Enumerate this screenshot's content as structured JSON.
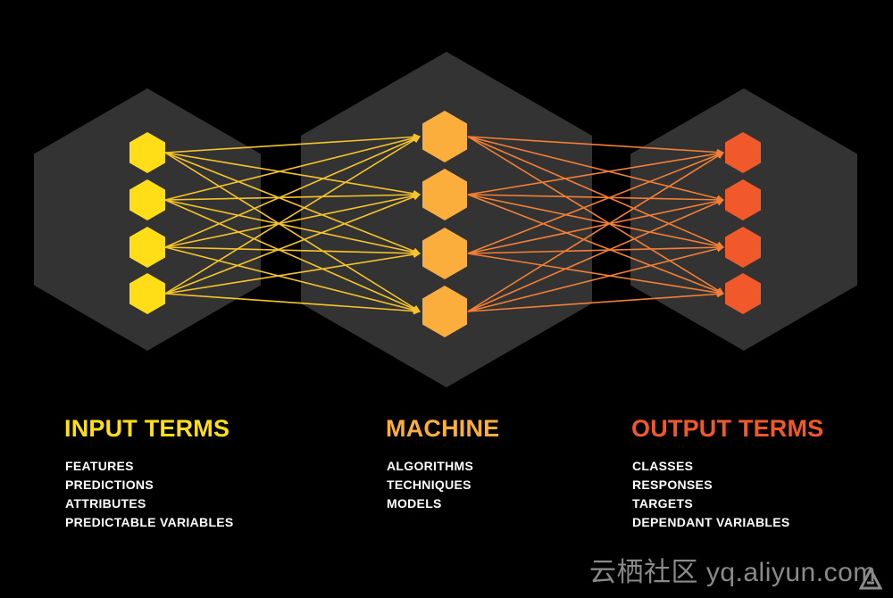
{
  "colors": {
    "background": "#000000",
    "hexagon_bg": "#333333",
    "input": "#ffde17",
    "machine": "#fbae3c",
    "output": "#f1592a",
    "edge_input": "#f7c52a",
    "edge_output": "#f47f35"
  },
  "network": {
    "input_nodes": 4,
    "machine_nodes": 4,
    "output_nodes": 4
  },
  "columns": {
    "input": {
      "heading": "INPUT TERMS",
      "terms": [
        "FEATURES",
        "PREDICTIONS",
        "ATTRIBUTES",
        "PREDICTABLE VARIABLES"
      ]
    },
    "machine": {
      "heading": "MACHINE",
      "terms": [
        "ALGORITHMS",
        "TECHNIQUES",
        "MODELS"
      ]
    },
    "output": {
      "heading": "OUTPUT TERMS",
      "terms": [
        "CLASSES",
        "RESPONSES",
        "TARGETS",
        "DEPENDANT VARIABLES"
      ]
    }
  },
  "watermark": {
    "text": "云栖社区 yq.aliyun.com",
    "logo_icon": "aliyun-logo-icon"
  }
}
